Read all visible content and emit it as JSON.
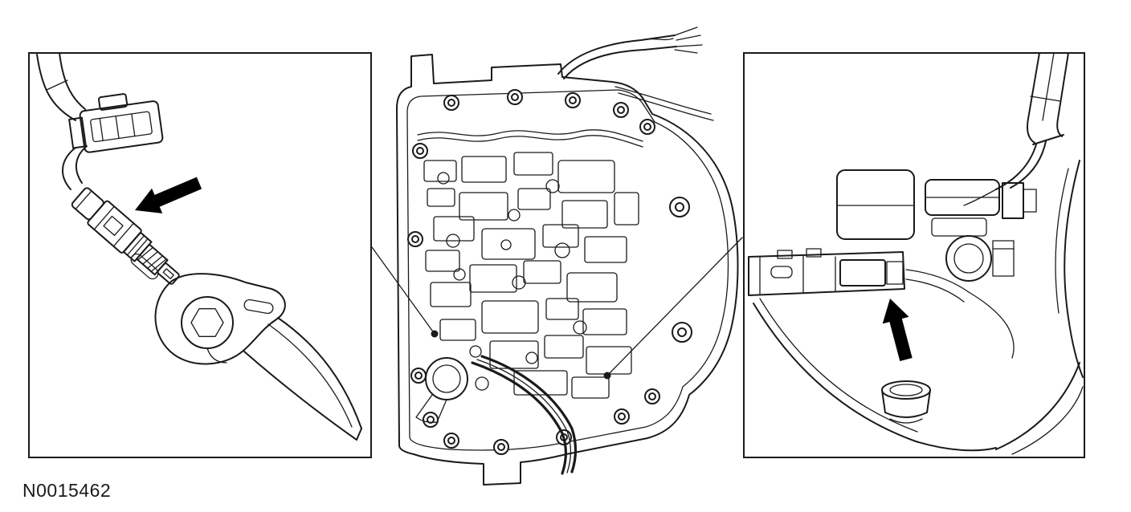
{
  "figure": {
    "reference_label": "N0015462",
    "type": "technical-illustration",
    "panels": [
      {
        "id": "left-detail",
        "name": "sensor-connector-callout"
      },
      {
        "id": "center",
        "name": "transmission-valve-body"
      },
      {
        "id": "right-detail",
        "name": "solenoid-connector-callout"
      }
    ],
    "colors": {
      "line": "#1a1a1a",
      "background": "#ffffff",
      "arrow": "#000000"
    }
  }
}
